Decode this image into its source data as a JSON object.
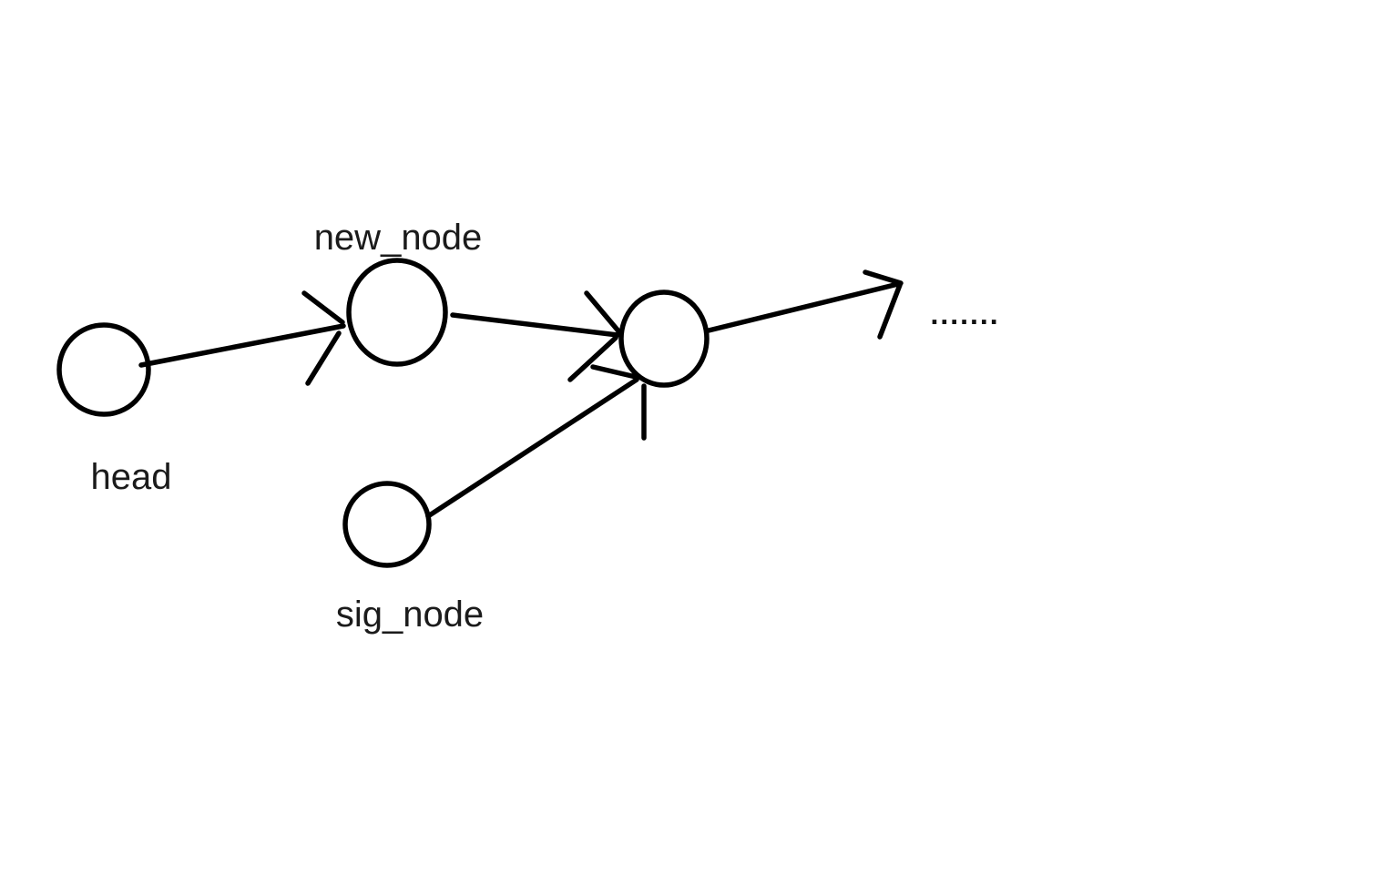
{
  "page": {
    "background_color": "#ffffff",
    "ink_color": "#000000",
    "style": "hand-drawn-sketch"
  },
  "diagram": {
    "type": "linked-list-insertion",
    "nodes": [
      {
        "id": "head",
        "label": "head",
        "labeled": true
      },
      {
        "id": "new_node",
        "label": "new_node",
        "labeled": true
      },
      {
        "id": "next_node",
        "label": "",
        "labeled": false
      },
      {
        "id": "sig_node",
        "label": "sig_node",
        "labeled": true
      }
    ],
    "edges": [
      {
        "from": "head",
        "to": "new_node",
        "kind": "arrow"
      },
      {
        "from": "new_node",
        "to": "next_node",
        "kind": "arrow"
      },
      {
        "from": "sig_node",
        "to": "next_node",
        "kind": "arrow"
      },
      {
        "from": "next_node",
        "to": "continuation",
        "kind": "arrow"
      }
    ],
    "labels": {
      "head": "head",
      "new_node": "new_node",
      "sig_node": "sig_node",
      "ellipsis": "......."
    }
  }
}
